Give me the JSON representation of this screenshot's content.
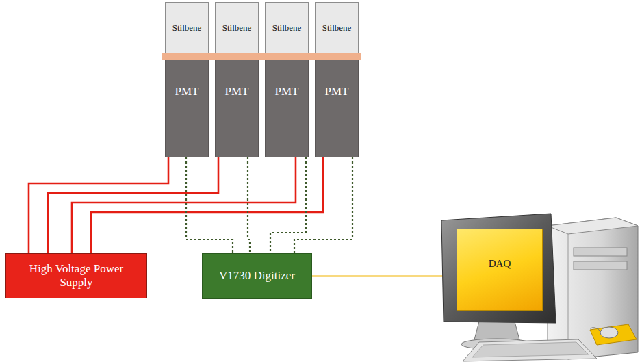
{
  "diagram": {
    "nodes": [
      {
        "text": [
          "Stilbene"
        ]
      },
      {
        "text": [
          "Stilbene"
        ]
      },
      {
        "text": [
          "Stilbene"
        ]
      },
      {
        "text": [
          "Stilbene"
        ]
      },
      {
        "text": [
          "PMT"
        ]
      },
      {
        "text": [
          "PMT"
        ]
      },
      {
        "text": [
          "PMT"
        ]
      },
      {
        "text": [
          "PMT"
        ]
      },
      {
        "text": [
          "High Voltage Power Supply"
        ]
      },
      {
        "text": [
          "V1730 Digitizer"
        ]
      },
      {
        "text": [
          "DAQ"
        ]
      }
    ],
    "edges": [
      {
        "from": 4,
        "to": 8,
        "arrow": "none"
      },
      {
        "from": 5,
        "to": 8,
        "arrow": "none"
      },
      {
        "from": 6,
        "to": 8,
        "arrow": "none"
      },
      {
        "from": 7,
        "to": 8,
        "arrow": "none"
      },
      {
        "from": 4,
        "to": 9,
        "arrow": "none"
      },
      {
        "from": 5,
        "to": 9,
        "arrow": "none"
      },
      {
        "from": 6,
        "to": 9,
        "arrow": "none"
      },
      {
        "from": 7,
        "to": 9,
        "arrow": "none"
      },
      {
        "from": 9,
        "to": 10,
        "arrow": "none"
      }
    ]
  }
}
